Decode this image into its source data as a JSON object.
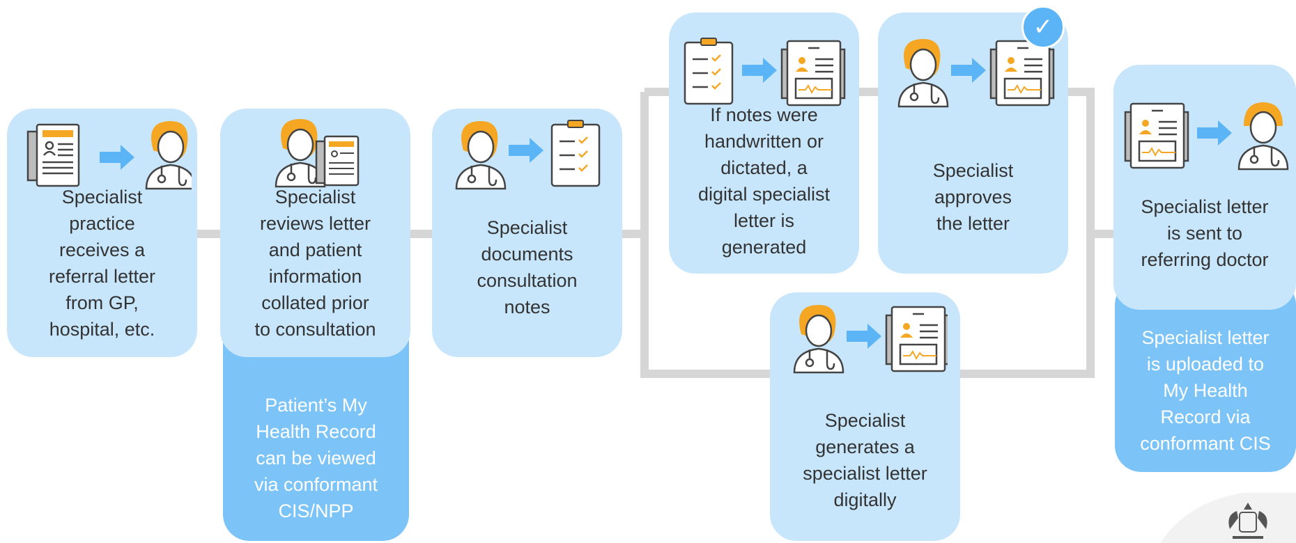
{
  "colors": {
    "card": "#c7e6fb",
    "card_dark": "#7cc4f8",
    "connector": "#d6d6d6",
    "arrow": "#5ab4f6",
    "accent_orange": "#f5a623",
    "text": "#333333"
  },
  "steps": [
    {
      "id": "receive",
      "text": "Specialist\npractice\nreceives a\nreferral letter\nfrom GP,\nhospital, etc.",
      "icons": [
        "referral-document-icon",
        "arrow-right-icon",
        "specialist-doctor-icon"
      ]
    },
    {
      "id": "review",
      "text": "Specialist\nreviews letter\nand patient\ninformation\ncollated prior\nto consultation",
      "icons": [
        "specialist-doctor-icon",
        "referral-document-icon"
      ]
    },
    {
      "id": "document",
      "text": "Specialist\ndocuments\nconsultation\nnotes",
      "icons": [
        "specialist-doctor-icon",
        "arrow-right-icon",
        "clipboard-checklist-icon"
      ]
    },
    {
      "id": "generated",
      "text": "If notes were\nhandwritten or\ndictated, a\ndigital specialist\nletter is\ngenerated",
      "icons": [
        "clipboard-checklist-icon",
        "arrow-right-icon",
        "specialist-letter-icon"
      ]
    },
    {
      "id": "approve",
      "text": "Specialist\napproves\nthe letter",
      "icons": [
        "specialist-doctor-icon",
        "arrow-right-icon",
        "specialist-letter-icon",
        "checkmark-badge-icon"
      ]
    },
    {
      "id": "generate_digital",
      "text": "Specialist\ngenerates a\nspecialist letter\ndigitally",
      "icons": [
        "specialist-doctor-icon",
        "arrow-right-icon",
        "specialist-letter-icon"
      ]
    },
    {
      "id": "send",
      "text": "Specialist letter\nis sent to\nreferring doctor",
      "icons": [
        "specialist-letter-icon",
        "arrow-right-icon",
        "specialist-doctor-icon"
      ]
    }
  ],
  "notes": {
    "view_record": "Patient’s My\nHealth Record\ncan be viewed\nvia conformant\nCIS/NPP",
    "upload_record": "Specialist letter\nis uploaded to\nMy Health\nRecord via\nconformant CIS"
  },
  "logo": {
    "name": "coat-of-arms-logo"
  }
}
